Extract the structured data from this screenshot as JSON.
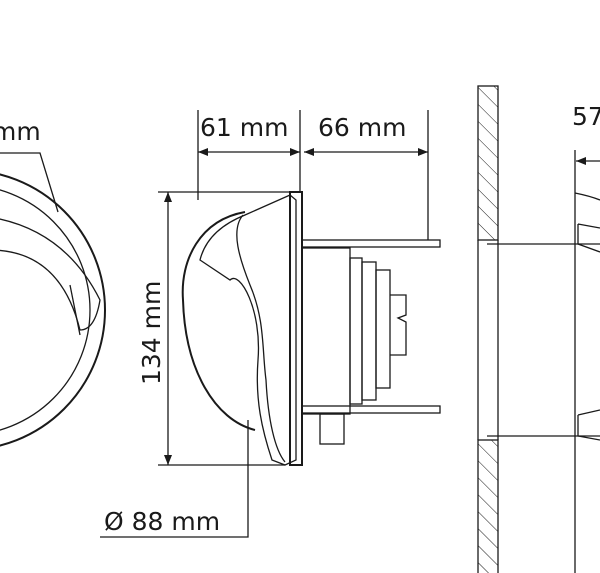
{
  "drawing": {
    "labels": {
      "left_view_dim": "mm",
      "depth_front": "61 mm",
      "depth_back": "66 mm",
      "right_view_dim": "57",
      "height": "134 mm",
      "diameter": "Ø 88 mm"
    },
    "colors": {
      "line": "#1a1a1a",
      "background": "#ffffff"
    }
  }
}
